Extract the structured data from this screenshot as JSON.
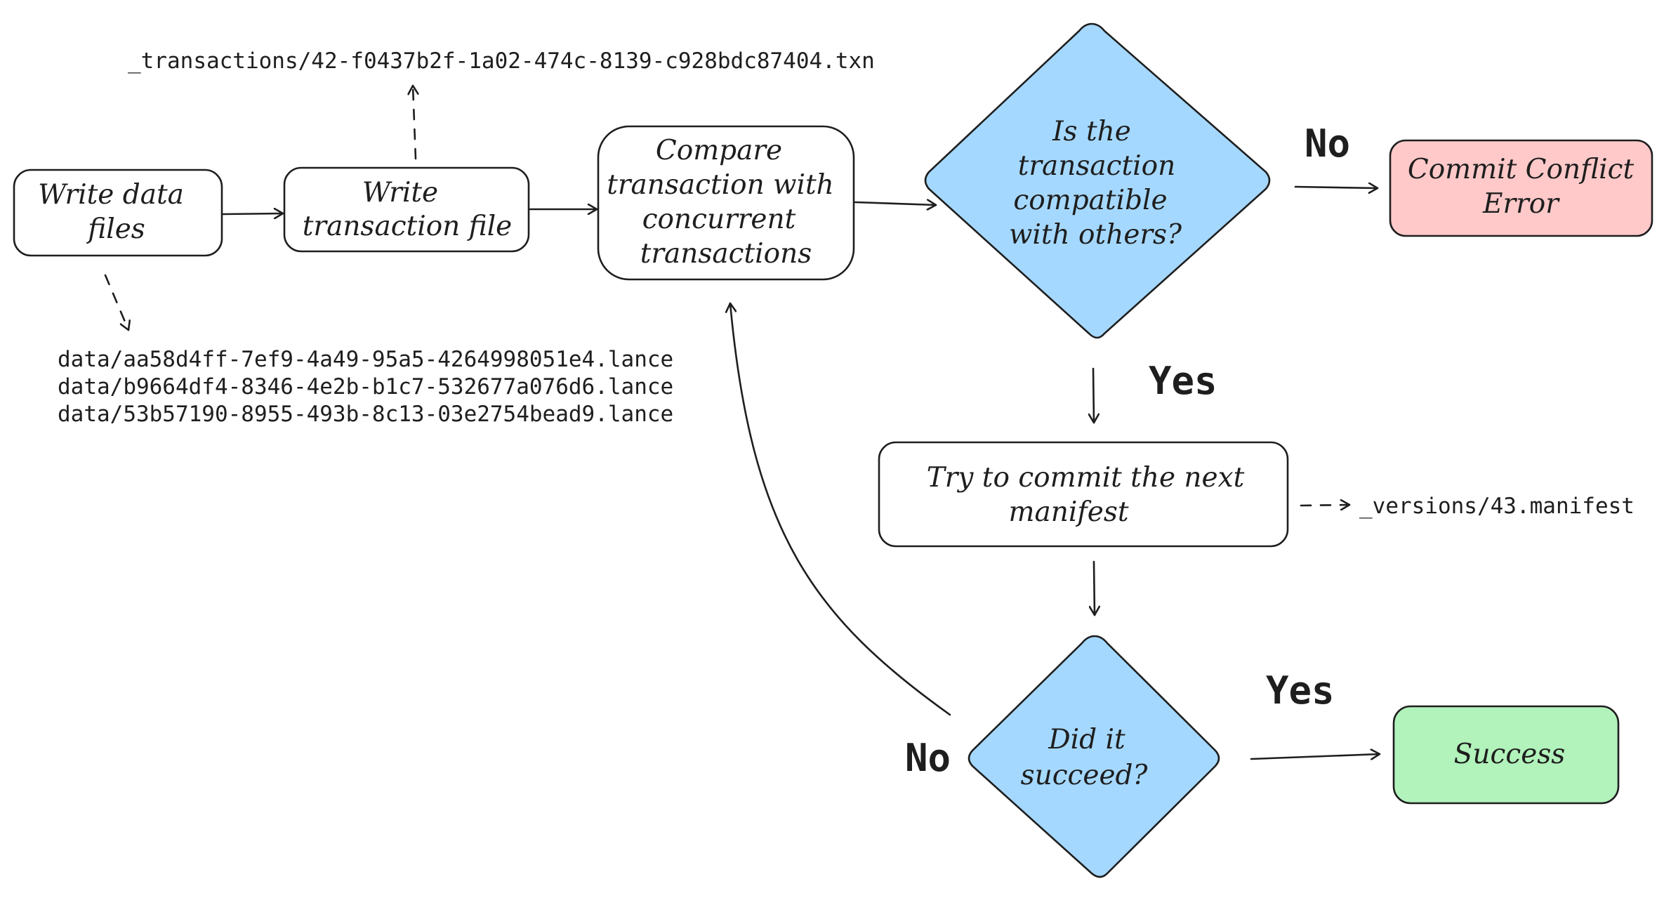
{
  "nodes": {
    "write_data_files": [
      "Write data",
      "files"
    ],
    "write_transaction_file": [
      "Write",
      "transaction file"
    ],
    "compare_transactions": [
      "Compare",
      "transaction with",
      "concurrent",
      "transactions"
    ],
    "is_compatible": [
      "Is the",
      "transaction",
      "compatible",
      "with others?"
    ],
    "commit_conflict_error": [
      "Commit Conflict",
      "Error"
    ],
    "try_commit": [
      "Try to commit the next",
      "manifest"
    ],
    "did_it_succeed": [
      "Did it",
      "succeed?"
    ],
    "success": [
      "Success"
    ]
  },
  "files": {
    "transaction_file": "_transactions/42-f0437b2f-1a02-474c-8139-c928bdc87404.txn",
    "data_files": [
      "data/aa58d4ff-7ef9-4a49-95a5-4264998051e4.lance",
      "data/b9664df4-8346-4e2b-b1c7-532677a076d6.lance",
      "data/53b57190-8955-493b-8c13-03e2754bead9.lance"
    ],
    "manifest_file": "_versions/43.manifest"
  },
  "edge_labels": {
    "compatible_no": "No",
    "compatible_yes": "Yes",
    "succeed_yes": "Yes",
    "succeed_no": "No"
  },
  "colors": {
    "stroke": "#1e1e1e",
    "diamond_fill": "#a5d8ff",
    "error_fill": "#ffc9c9",
    "success_fill": "#b2f2bb",
    "box_fill": "#ffffff"
  }
}
